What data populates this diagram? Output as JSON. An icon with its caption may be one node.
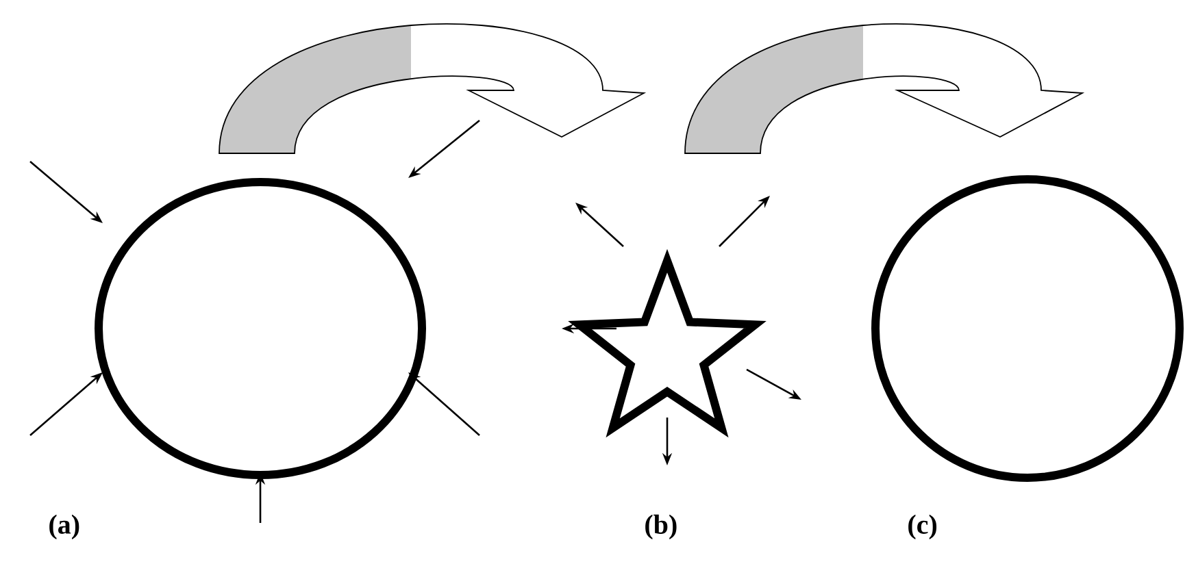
{
  "diagram": {
    "nodes": [
      {
        "text": [],
        "shape": "circle",
        "beside": [
          "(a)"
        ]
      },
      {
        "text": [],
        "shape": "star",
        "beside": [
          "(b)"
        ]
      },
      {
        "text": [],
        "shape": "circle",
        "beside": [
          "(c)"
        ]
      }
    ],
    "edges": [
      {
        "from": 0,
        "to": 1,
        "arrow": "to"
      },
      {
        "from": 1,
        "to": 2,
        "arrow": "to"
      }
    ]
  }
}
